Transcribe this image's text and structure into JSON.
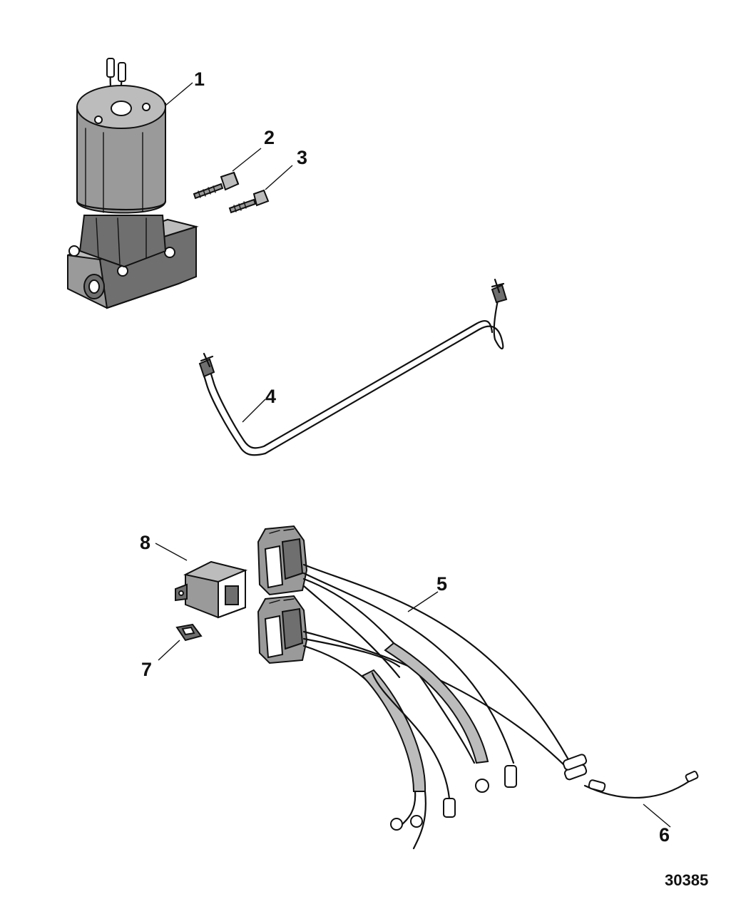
{
  "callouts": {
    "c1": "1",
    "c2": "2",
    "c3": "3",
    "c4": "4",
    "c5": "5",
    "c6": "6",
    "c7": "7",
    "c8": "8"
  },
  "figure_number": "30385"
}
